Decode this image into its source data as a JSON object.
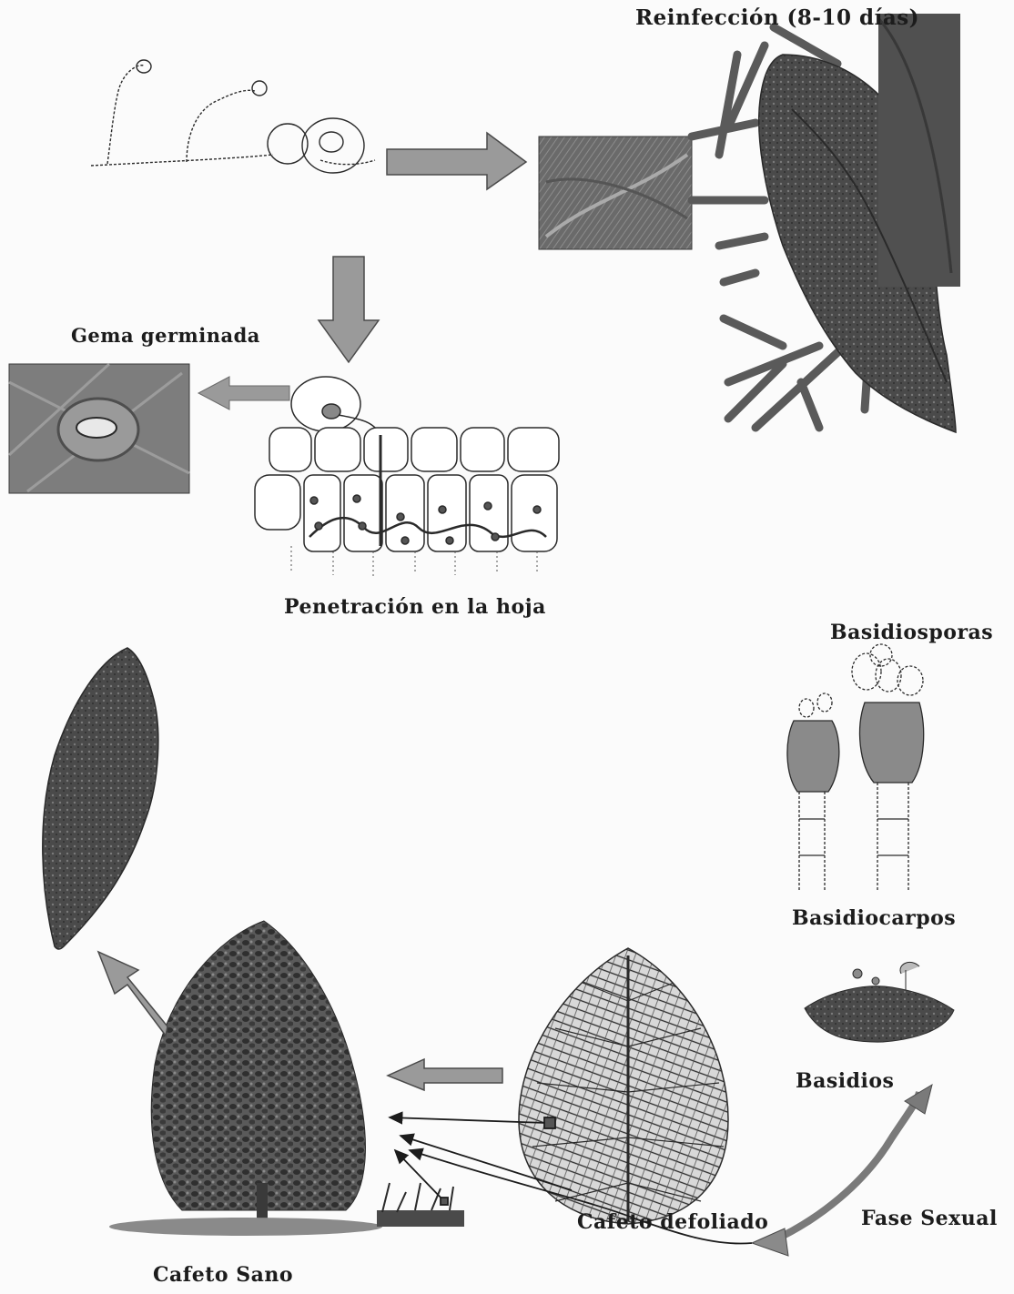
{
  "labels": {
    "reinfeccion": "Reinfección (8-10 días)",
    "gema_germinada": "Gema germinada",
    "penetracion": "Penetración en la hoja",
    "basidiosporas": "Basidiosporas",
    "basidiocarpos": "Basidiocarpos",
    "basidios": "Basidios",
    "cafeto_defoliado": "Cafeto defoliado",
    "fase_sexual": "Fase Sexual",
    "cafeto_sano": "Cafeto Sano"
  },
  "colors": {
    "ink": "#1c1c1c",
    "arrow_fill": "#9a9a9a",
    "arrow_stroke": "#4a4a4a",
    "foliage_dark": "#3a3a3a",
    "foliage_mid": "#5e5e5e",
    "micrograph": "#7a7a7a"
  }
}
